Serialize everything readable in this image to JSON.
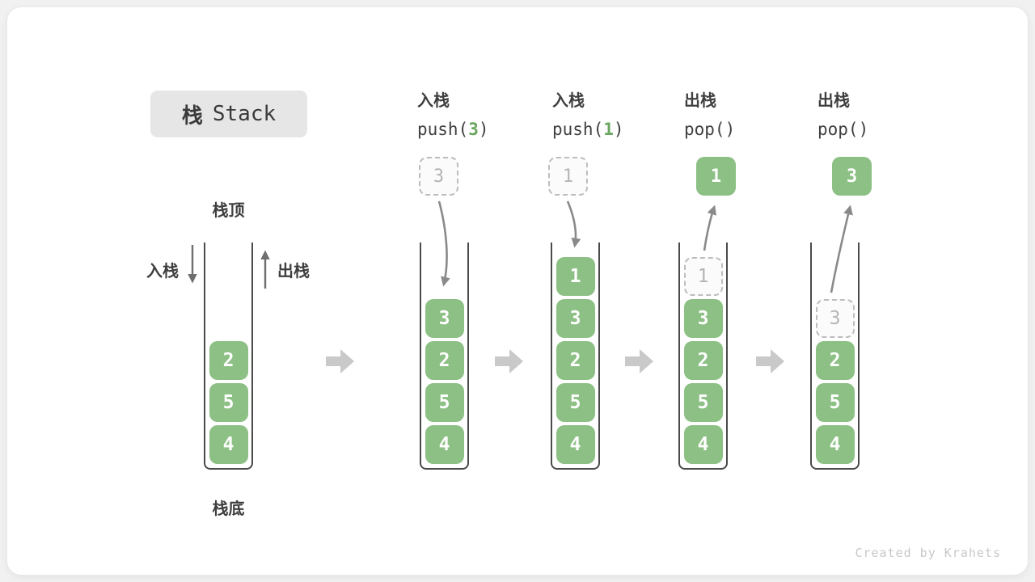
{
  "title": {
    "zh": "栈",
    "en": "Stack"
  },
  "stack_labels": {
    "top": "栈顶",
    "bottom": "栈底",
    "push": "入栈",
    "pop": "出栈"
  },
  "ops": [
    {
      "zh": "入栈",
      "fn": "push(",
      "arg": "3",
      "close": ")",
      "floating": {
        "value": "3",
        "style": "dashed"
      }
    },
    {
      "zh": "入栈",
      "fn": "push(",
      "arg": "1",
      "close": ")",
      "floating": {
        "value": "1",
        "style": "dashed"
      }
    },
    {
      "zh": "出栈",
      "fn": "pop()",
      "arg": "",
      "close": "",
      "floating": {
        "value": "1",
        "style": "solid"
      }
    },
    {
      "zh": "出栈",
      "fn": "pop()",
      "arg": "",
      "close": "",
      "floating": {
        "value": "3",
        "style": "solid"
      }
    }
  ],
  "stacks": [
    {
      "elements": [
        {
          "v": "4"
        },
        {
          "v": "5"
        },
        {
          "v": "2"
        }
      ]
    },
    {
      "elements": [
        {
          "v": "4"
        },
        {
          "v": "5"
        },
        {
          "v": "2"
        },
        {
          "v": "3"
        }
      ]
    },
    {
      "elements": [
        {
          "v": "4"
        },
        {
          "v": "5"
        },
        {
          "v": "2"
        },
        {
          "v": "3"
        },
        {
          "v": "1"
        }
      ]
    },
    {
      "elements": [
        {
          "v": "4"
        },
        {
          "v": "5"
        },
        {
          "v": "2"
        },
        {
          "v": "3"
        },
        {
          "v": "1",
          "ghost": true
        }
      ]
    },
    {
      "elements": [
        {
          "v": "4"
        },
        {
          "v": "5"
        },
        {
          "v": "2"
        },
        {
          "v": "3",
          "ghost": true
        }
      ]
    }
  ],
  "watermark": "Created by Krahets",
  "colors": {
    "element_green": "#8cc084",
    "code_green": "#69a75f",
    "ghost_border": "#bdbdbd",
    "curve_arrow": "#8a8a8a",
    "block_arrow": "#c9c9c9",
    "wall": "#4a4a4a",
    "title_bg": "#e6e6e6"
  }
}
